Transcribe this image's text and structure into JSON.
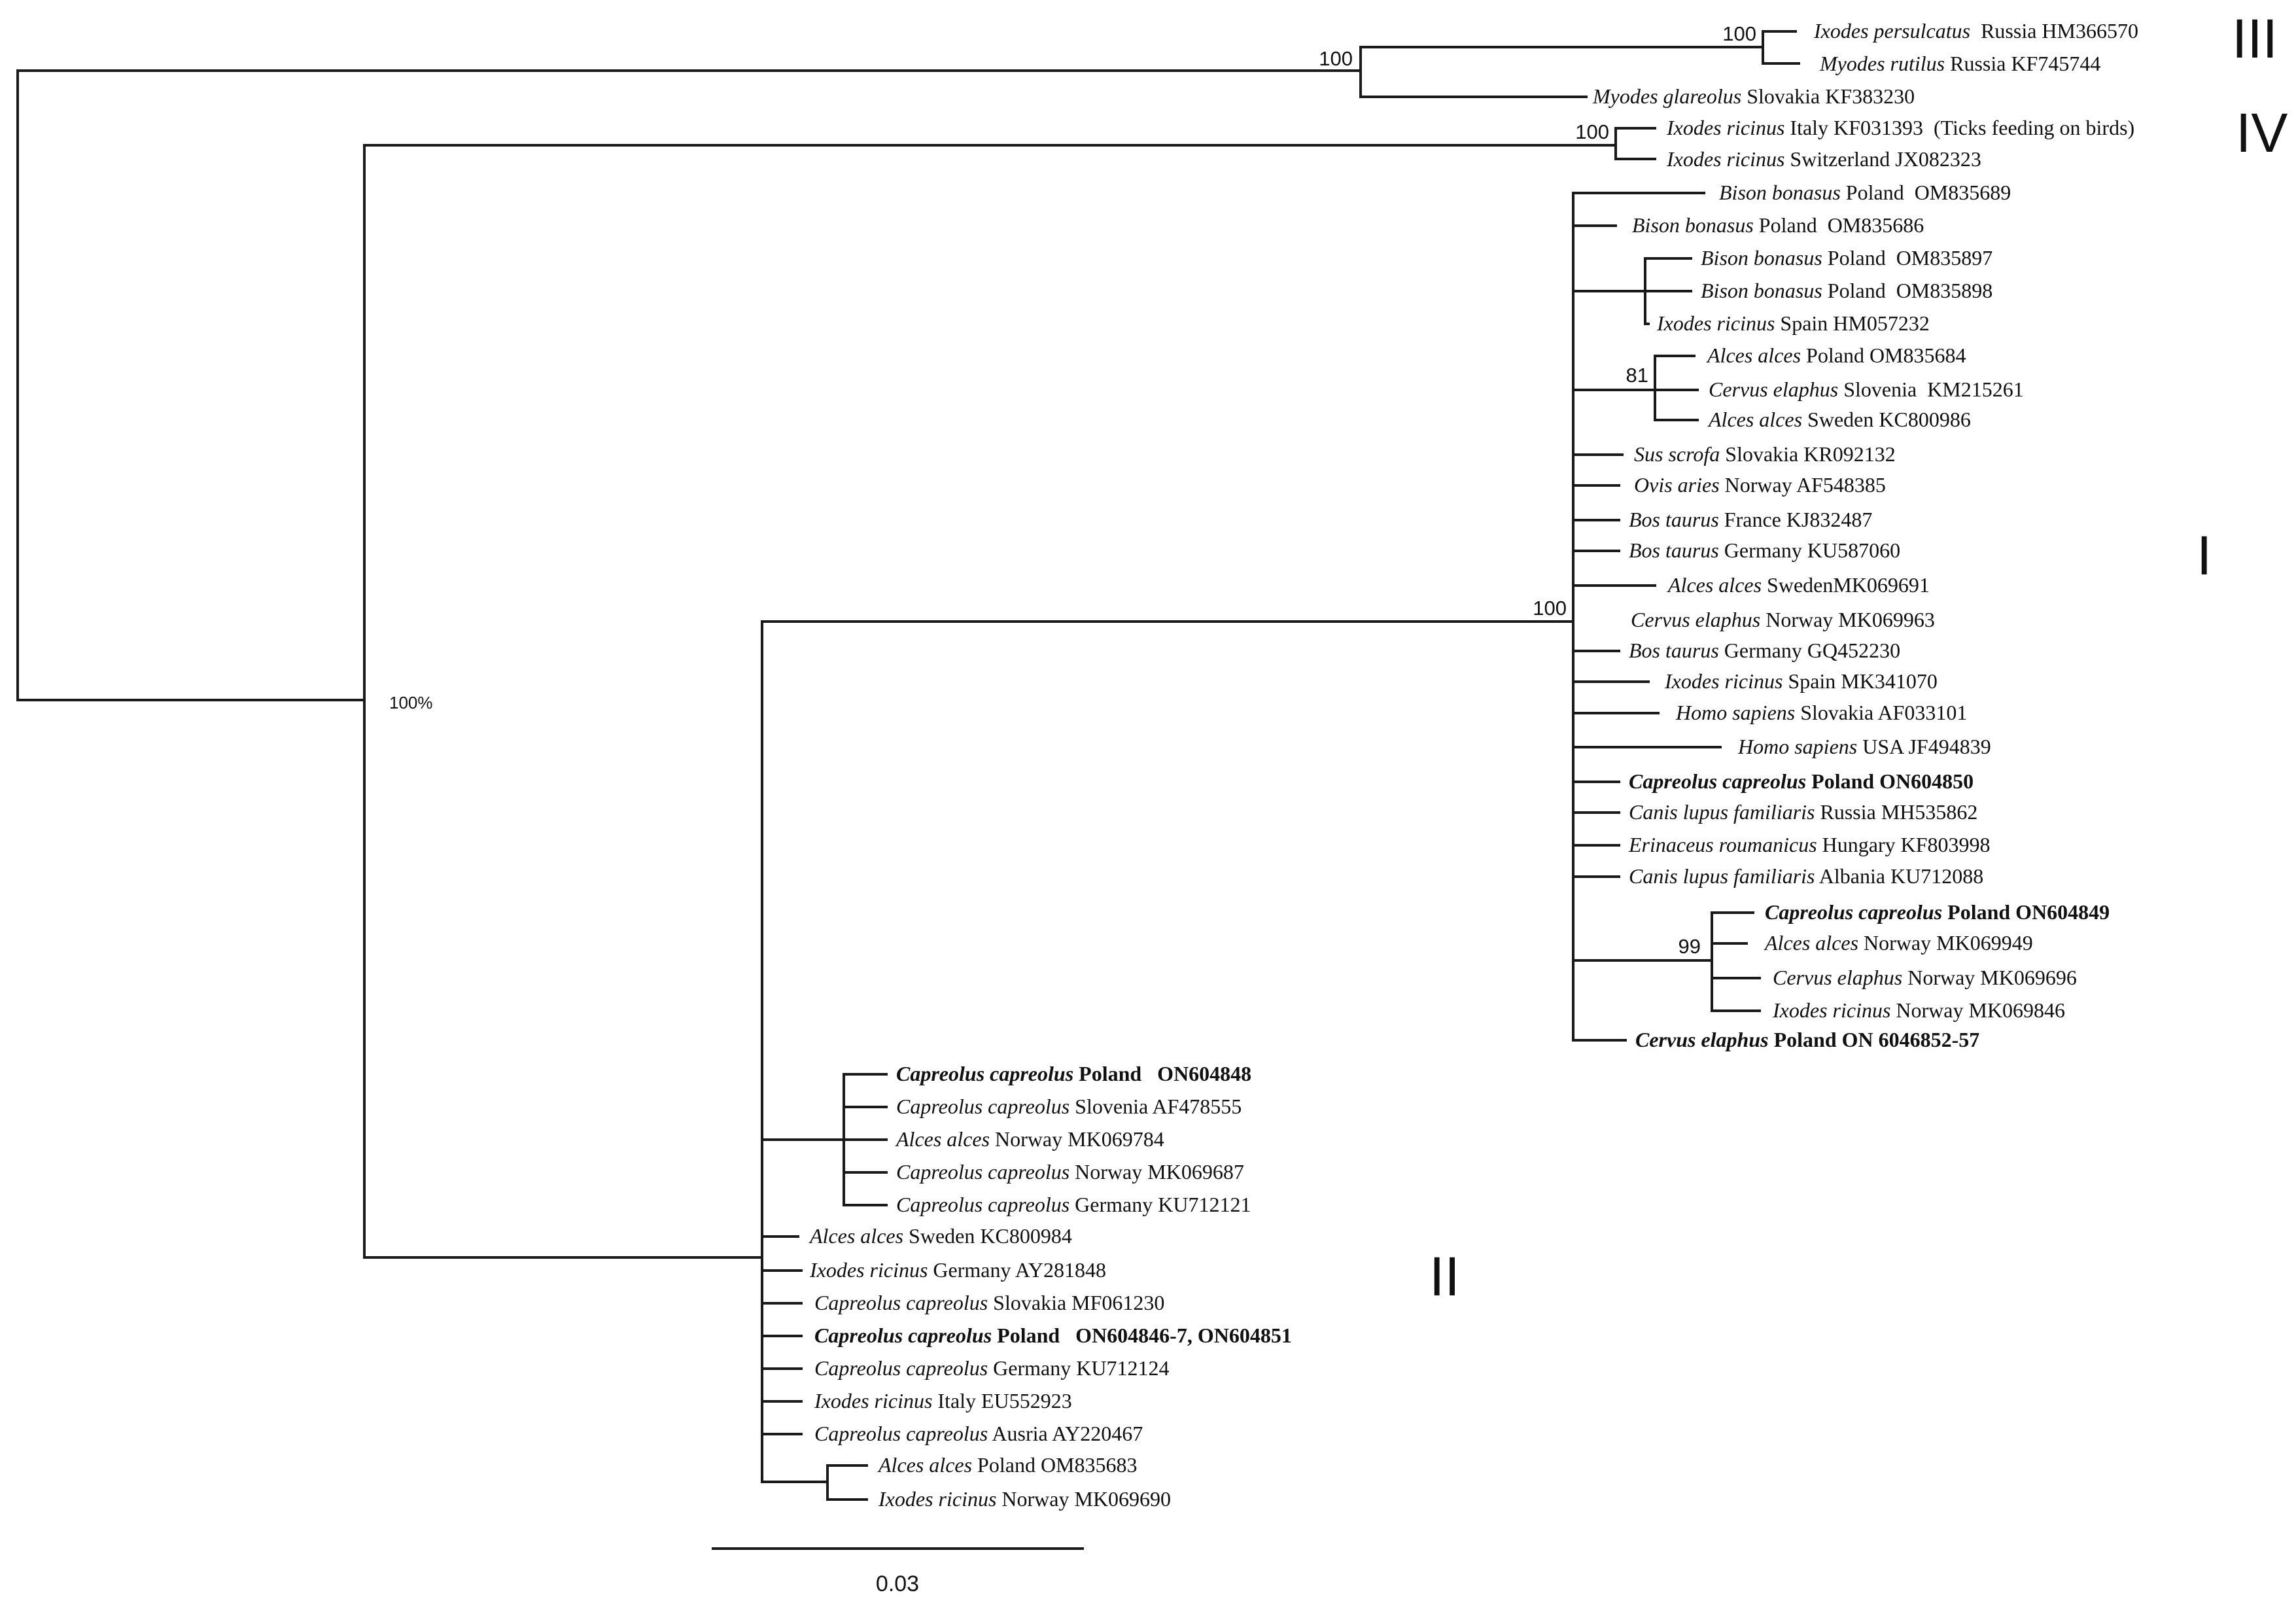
{
  "leaves": [
    {
      "species": "Ixodes persulcatus",
      "rest": "  Russia HM366570"
    },
    {
      "species": "Myodes rutilus",
      "rest": " Russia KF745744"
    },
    {
      "species": "Myodes glareolus",
      "rest": " Slovakia KF383230"
    },
    {
      "species": "Ixodes ricinus",
      "rest": " Italy KF031393  (Ticks feeding on birds)"
    },
    {
      "species": "Ixodes ricinus",
      "rest": " Switzerland JX082323"
    },
    {
      "species": "Bison bonasus",
      "rest": " Poland  OM835689"
    },
    {
      "species": "Bison bonasus",
      "rest": " Poland  OM835686"
    },
    {
      "species": "Bison bonasus",
      "rest": " Poland  OM835897"
    },
    {
      "species": "Bison bonasus",
      "rest": " Poland  OM835898"
    },
    {
      "species": "Ixodes ricinus",
      "rest": " Spain HM057232"
    },
    {
      "species": "Alces alces",
      "rest": " Poland OM835684"
    },
    {
      "species": "Cervus elaphus",
      "rest": " Slovenia  KM215261"
    },
    {
      "species": "Alces alces",
      "rest": " Sweden KC800986"
    },
    {
      "species": "Sus scrofa",
      "rest": " Slovakia KR092132"
    },
    {
      "species": "Ovis aries",
      "rest": " Norway AF548385"
    },
    {
      "species": "Bos taurus",
      "rest": " France KJ832487"
    },
    {
      "species": "Bos taurus",
      "rest": " Germany KU587060"
    },
    {
      "species": "Alces alces",
      "rest": " SwedenMK069691"
    },
    {
      "species": "Cervus elaphus",
      "rest": " Norway MK069963"
    },
    {
      "species": "Bos taurus",
      "rest": " Germany GQ452230"
    },
    {
      "species": "Ixodes ricinus",
      "rest": " Spain MK341070"
    },
    {
      "species": "Homo sapiens",
      "rest": " Slovakia AF033101"
    },
    {
      "species": "Homo sapiens",
      "rest": " USA JF494839"
    },
    {
      "species": "Capreolus capreolus",
      "rest": " Poland ON604850",
      "bold": true
    },
    {
      "species": "Canis lupus familiaris",
      "rest": " Russia MH535862"
    },
    {
      "species": "Erinaceus roumanicus",
      "rest": " Hungary KF803998"
    },
    {
      "species": "Canis lupus familiaris",
      "rest": " Albania KU712088"
    },
    {
      "species": "Capreolus capreolus",
      "rest": " Poland ON604849",
      "bold": true
    },
    {
      "species": "Alces alces",
      "rest": " Norway MK069949"
    },
    {
      "species": "Cervus elaphus",
      "rest": " Norway MK069696"
    },
    {
      "species": "Ixodes ricinus",
      "rest": " Norway MK069846"
    },
    {
      "species": "Cervus elaphus",
      "rest": " Poland ON 6046852-57",
      "bold": true
    },
    {
      "species": "Capreolus capreolus",
      "rest": " Poland   ON604848",
      "bold": true
    },
    {
      "species": "Capreolus capreolus",
      "rest": " Slovenia AF478555"
    },
    {
      "species": "Alces alces",
      "rest": " Norway MK069784"
    },
    {
      "species": "Capreolus capreolus",
      "rest": " Norway MK069687"
    },
    {
      "species": "Capreolus capreolus",
      "rest": " Germany KU712121"
    },
    {
      "species": "Alces alces",
      "rest": " Sweden KC800984"
    },
    {
      "species": "Ixodes ricinus",
      "rest": " Germany AY281848"
    },
    {
      "species": "Capreolus capreolus",
      "rest": " Slovakia MF061230"
    },
    {
      "species": "Capreolus capreolus",
      "rest": " Poland   ON604846-7, ON604851",
      "bold": true
    },
    {
      "species": "Capreolus capreolus",
      "rest": " Germany KU712124"
    },
    {
      "species": "Ixodes ricinus",
      "rest": " Italy EU552923"
    },
    {
      "species": "Capreolus capreolus",
      "rest": " Ausria AY220467"
    },
    {
      "species": "Alces alces",
      "rest": " Poland OM835683"
    },
    {
      "species": "Ixodes ricinus",
      "rest": " Norway MK069690"
    }
  ],
  "bootstrap": [
    "100",
    "100",
    "100",
    "100%",
    "100",
    "81",
    "99"
  ],
  "clusters": [
    "III",
    "IV",
    "I",
    "II"
  ],
  "scale_bar": {
    "label": "0.03"
  }
}
